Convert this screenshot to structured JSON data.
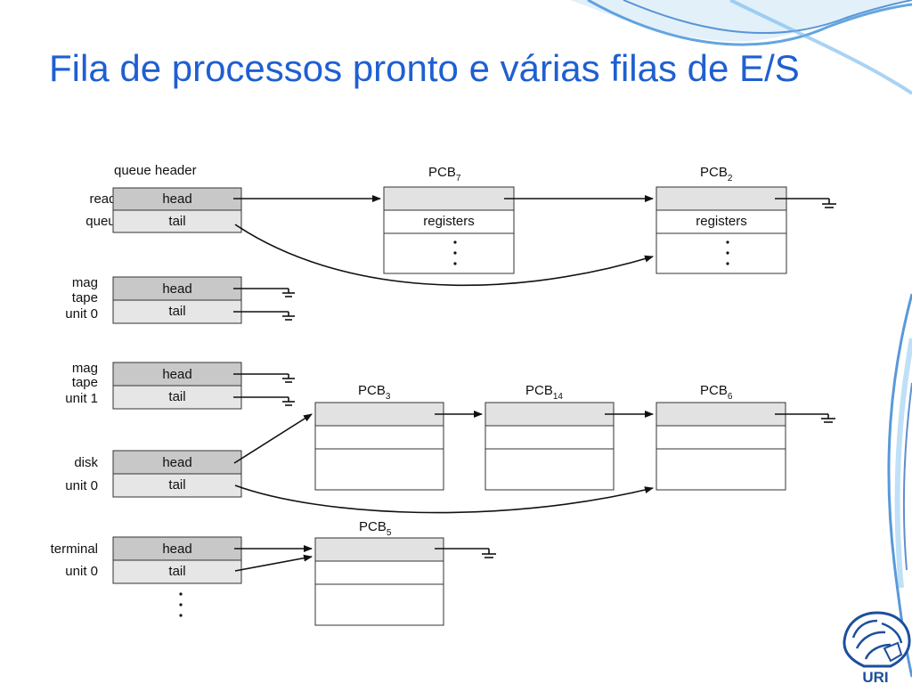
{
  "slide": {
    "title": "Fila de processos pronto e várias filas de E/S"
  },
  "diagram": {
    "column_header": "queue header",
    "queues": [
      {
        "label_lines": [
          "ready",
          "queue"
        ],
        "head": "head",
        "tail": "tail"
      },
      {
        "label_lines": [
          "mag",
          "tape",
          "unit 0"
        ],
        "head": "head",
        "tail": "tail"
      },
      {
        "label_lines": [
          "mag",
          "tape",
          "unit 1"
        ],
        "head": "head",
        "tail": "tail"
      },
      {
        "label_lines": [
          "disk",
          "unit 0"
        ],
        "head": "head",
        "tail": "tail"
      },
      {
        "label_lines": [
          "terminal",
          "unit 0"
        ],
        "head": "head",
        "tail": "tail"
      }
    ],
    "pcbs": [
      {
        "name": "PCB",
        "sub": "7",
        "row_text": "registers"
      },
      {
        "name": "PCB",
        "sub": "2",
        "row_text": "registers"
      },
      {
        "name": "PCB",
        "sub": "3"
      },
      {
        "name": "PCB",
        "sub": "14"
      },
      {
        "name": "PCB",
        "sub": "6"
      },
      {
        "name": "PCB",
        "sub": "5"
      }
    ]
  },
  "logo": {
    "text": "URI",
    "icon": "uri-head-logo"
  },
  "decoration": {
    "name": "blue-swirl"
  }
}
